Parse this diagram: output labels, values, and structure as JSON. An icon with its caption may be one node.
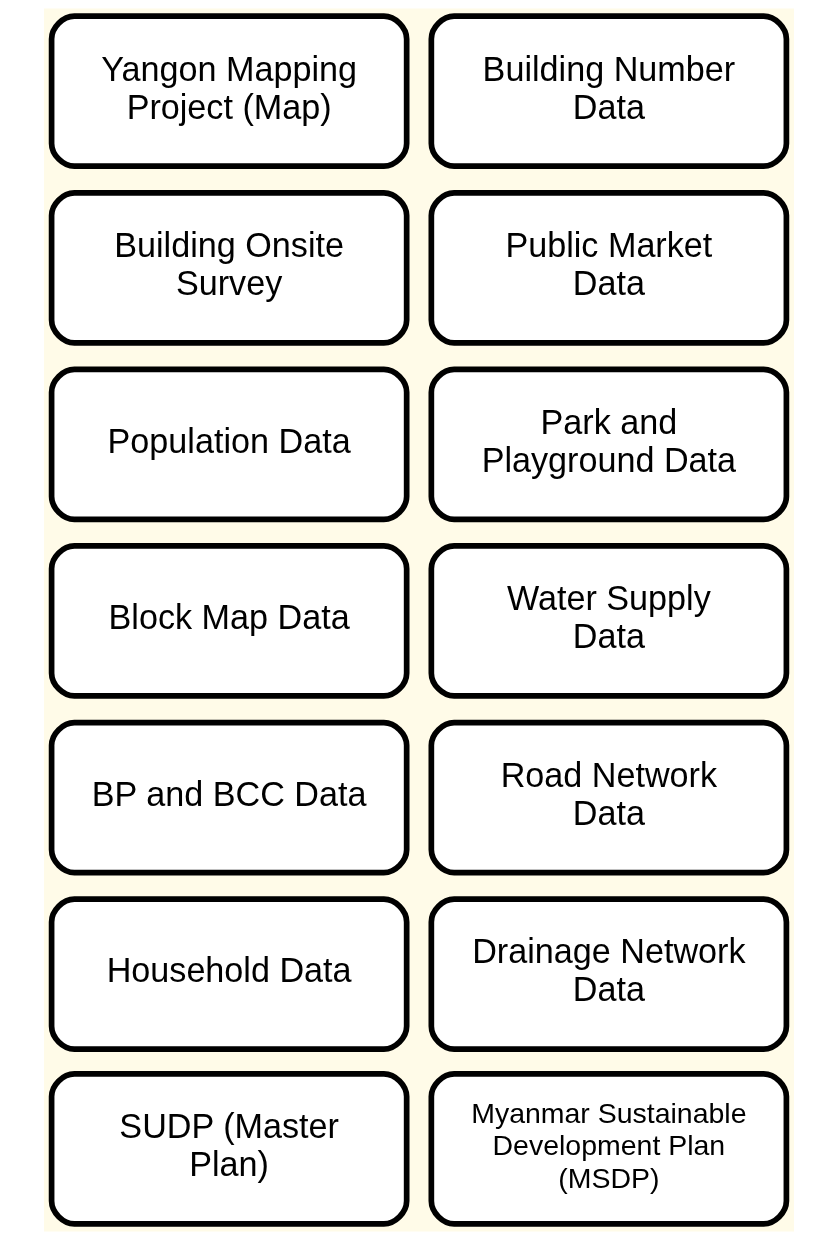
{
  "diagram": {
    "nodes": [
      {
        "text": [
          "Yangon Mapping Project (Map)"
        ]
      },
      {
        "text": [
          "Building Number Data"
        ]
      },
      {
        "text": [
          "Building Onsite Survey"
        ]
      },
      {
        "text": [
          "Public Market Data"
        ]
      },
      {
        "text": [
          "Population Data"
        ]
      },
      {
        "text": [
          "Park and Playground Data"
        ]
      },
      {
        "text": [
          "Block Map Data"
        ]
      },
      {
        "text": [
          "Water Supply Data"
        ]
      },
      {
        "text": [
          "BP and BCC Data"
        ]
      },
      {
        "text": [
          "Road Network Data"
        ]
      },
      {
        "text": [
          "Household Data"
        ]
      },
      {
        "text": [
          "Drainage Network Data"
        ]
      },
      {
        "text": [
          "SUDP (Master Plan)"
        ]
      },
      {
        "text": [
          "Myanmar Sustainable Development Plan (MSDP)"
        ]
      }
    ]
  }
}
